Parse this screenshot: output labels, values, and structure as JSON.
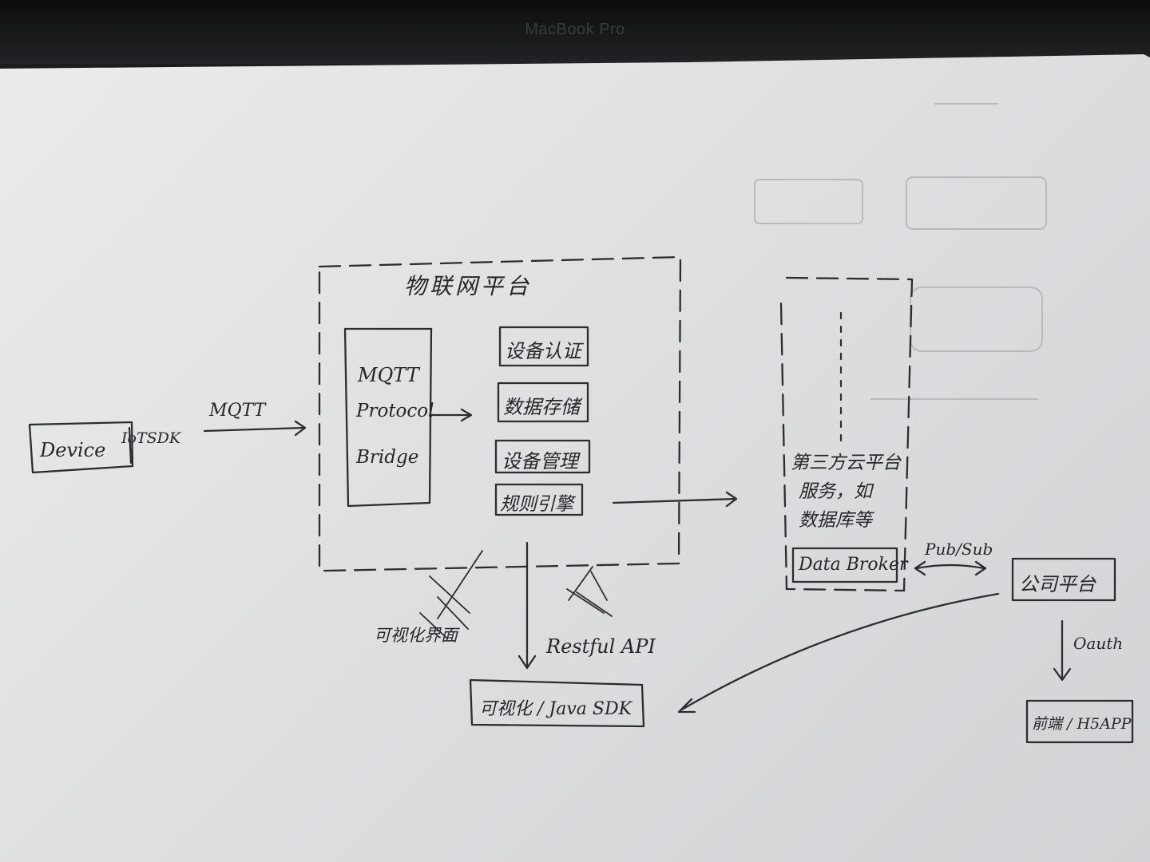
{
  "laptop": {
    "label": "MacBook Pro"
  },
  "nodes": {
    "device": "Device",
    "iot_sdk": "IoTSDK",
    "platform_title": "物联网平台",
    "mqtt_bridge": [
      "MQTT",
      "Protocol",
      "Bridge"
    ],
    "services": [
      "设备认证",
      "数据存储",
      "设备管理",
      "规则引擎"
    ],
    "cloud_services": [
      "第三方云平台",
      "服务，如",
      "数据库等"
    ],
    "data_broker": "Data Broker",
    "company_platform": "公司平台",
    "visual_sdk": "可视化 / Java SDK",
    "client": "前端 / H5APP"
  },
  "edges": {
    "mqtt": "MQTT",
    "visual_ui": "可视化界面",
    "restful": "Restful API",
    "pubsub": "Pub/Sub",
    "oauth": "Oauth"
  },
  "colors": {
    "ink": "#2b2d33",
    "paper": "#e4e5e7",
    "bezel": "#111214"
  }
}
